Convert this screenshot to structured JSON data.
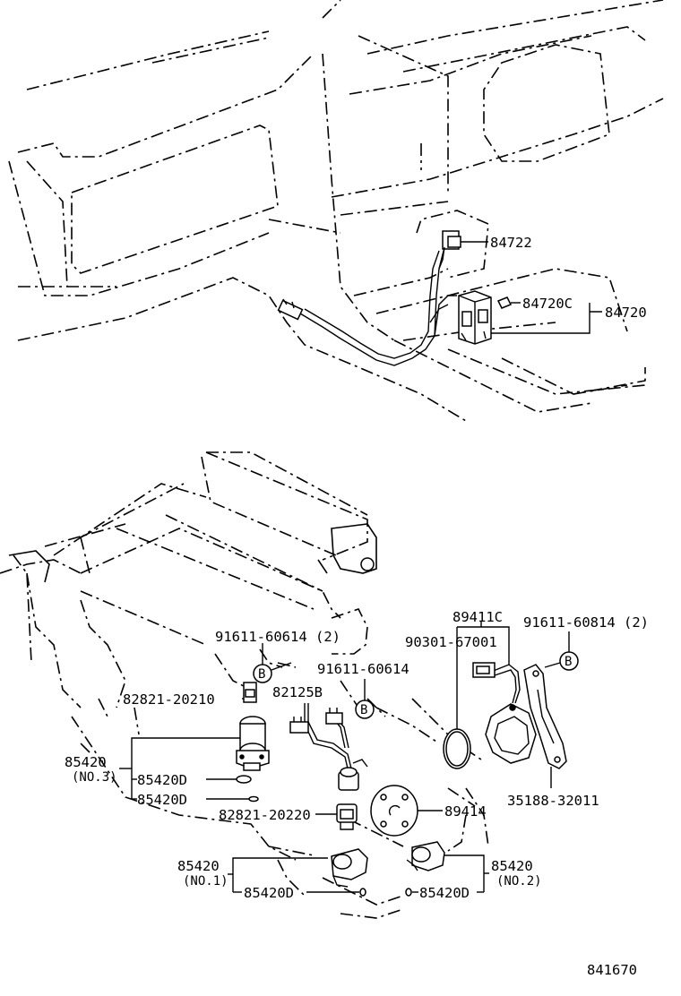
{
  "diagram_code": "841670",
  "labels": {
    "p84722": "84722",
    "p84720C": "84720C",
    "p84720": "84720",
    "p91611_60614_2": "91611-60614 (2)",
    "p89411C": "89411C",
    "p91611_60814_2": "91611-60814 (2)",
    "p90301_67001": "90301-67001",
    "p91611_60614": "91611-60614",
    "p82821_20210": "82821-20210",
    "p82125B": "82125B",
    "p85420_no3": "85420",
    "p85420_no3_sub": "(NO.3)",
    "p85420D_a": "85420D",
    "p85420D_b": "85420D",
    "p82821_20220": "82821-20220",
    "p89414": "89414",
    "p35188_32011": "35188-32011",
    "p85420_no1": "85420",
    "p85420_no1_sub": "(NO.1)",
    "p85420D_no1": "85420D",
    "p85420_no2": "85420",
    "p85420_no2_sub": "(NO.2)",
    "p85420D_no2": "85420D",
    "callout_b": "B"
  }
}
